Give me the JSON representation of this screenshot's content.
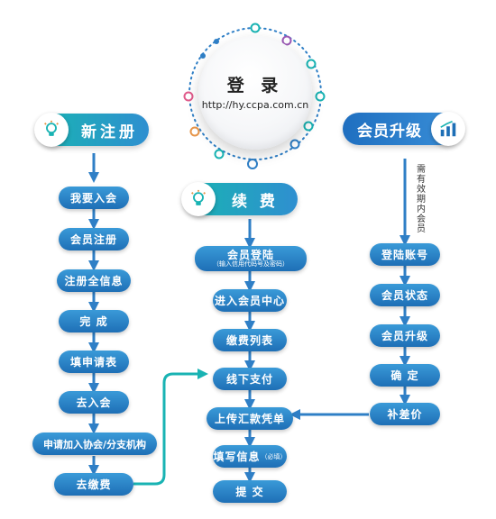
{
  "login": {
    "title": "登 录",
    "url": "http://hy.ccpa.com.cn"
  },
  "sections": {
    "new_register": {
      "label": "新注册",
      "icon": "lightbulb-icon"
    },
    "renew": {
      "label": "续 费",
      "icon": "lightbulb-icon"
    },
    "upgrade": {
      "label": "会员升级",
      "icon": "bar-chart-icon"
    }
  },
  "new_register_steps": [
    "我要入会",
    "会员注册",
    "注册全信息",
    "完 成",
    "填申请表",
    "去入会",
    "申请加入协会/分支机构",
    "去缴费"
  ],
  "renew_steps": {
    "login": "会员登陆",
    "login_note": "（输入信用代码号及密码）",
    "enter_center": "进入会员中心",
    "fee_list": "缴费列表",
    "offline_pay": "线下支付",
    "upload_voucher": "上传汇款凭单",
    "fill_info": "填写信息",
    "fill_info_note": "（必填）",
    "submit": "提 交"
  },
  "upgrade_note": "需有效期内会员",
  "upgrade_steps": [
    "登陆账号",
    "会员状态",
    "会员升级",
    "确 定",
    "补差价"
  ],
  "colors": {
    "teal": "#19b3b3",
    "blue": "#1e6fb6",
    "arrow": "#2f7fc6"
  }
}
